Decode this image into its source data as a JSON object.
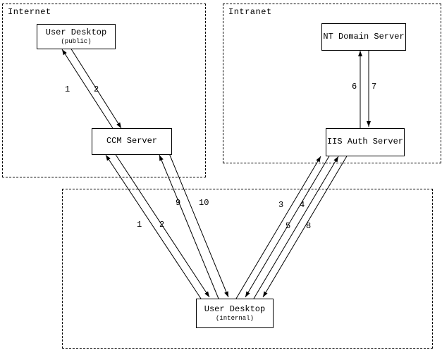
{
  "colors": {
    "line": "#000000",
    "background": "#ffffff"
  },
  "zones": {
    "internet": {
      "label": "Internet"
    },
    "intranet": {
      "label": "Intranet"
    }
  },
  "nodes": {
    "user_desktop_public": {
      "title": "User Desktop",
      "subtitle": "(public)"
    },
    "ccm_server": {
      "title": "CCM Server"
    },
    "nt_domain_server": {
      "title": "NT Domain Server"
    },
    "iis_auth_server": {
      "title": "IIS Auth Server"
    },
    "user_desktop_internal": {
      "title": "User Desktop",
      "subtitle": "(internal)"
    }
  },
  "edges": {
    "public_ccm": {
      "a": "1",
      "b": "2"
    },
    "nt_iis": {
      "a": "6",
      "b": "7"
    },
    "ccm_internal_hi": {
      "a": "9",
      "b": "10"
    },
    "ccm_internal_lo": {
      "a": "1",
      "b": "2"
    },
    "iis_internal_hi": {
      "a": "3",
      "b": "4"
    },
    "iis_internal_lo": {
      "a": "5",
      "b": "8"
    }
  }
}
